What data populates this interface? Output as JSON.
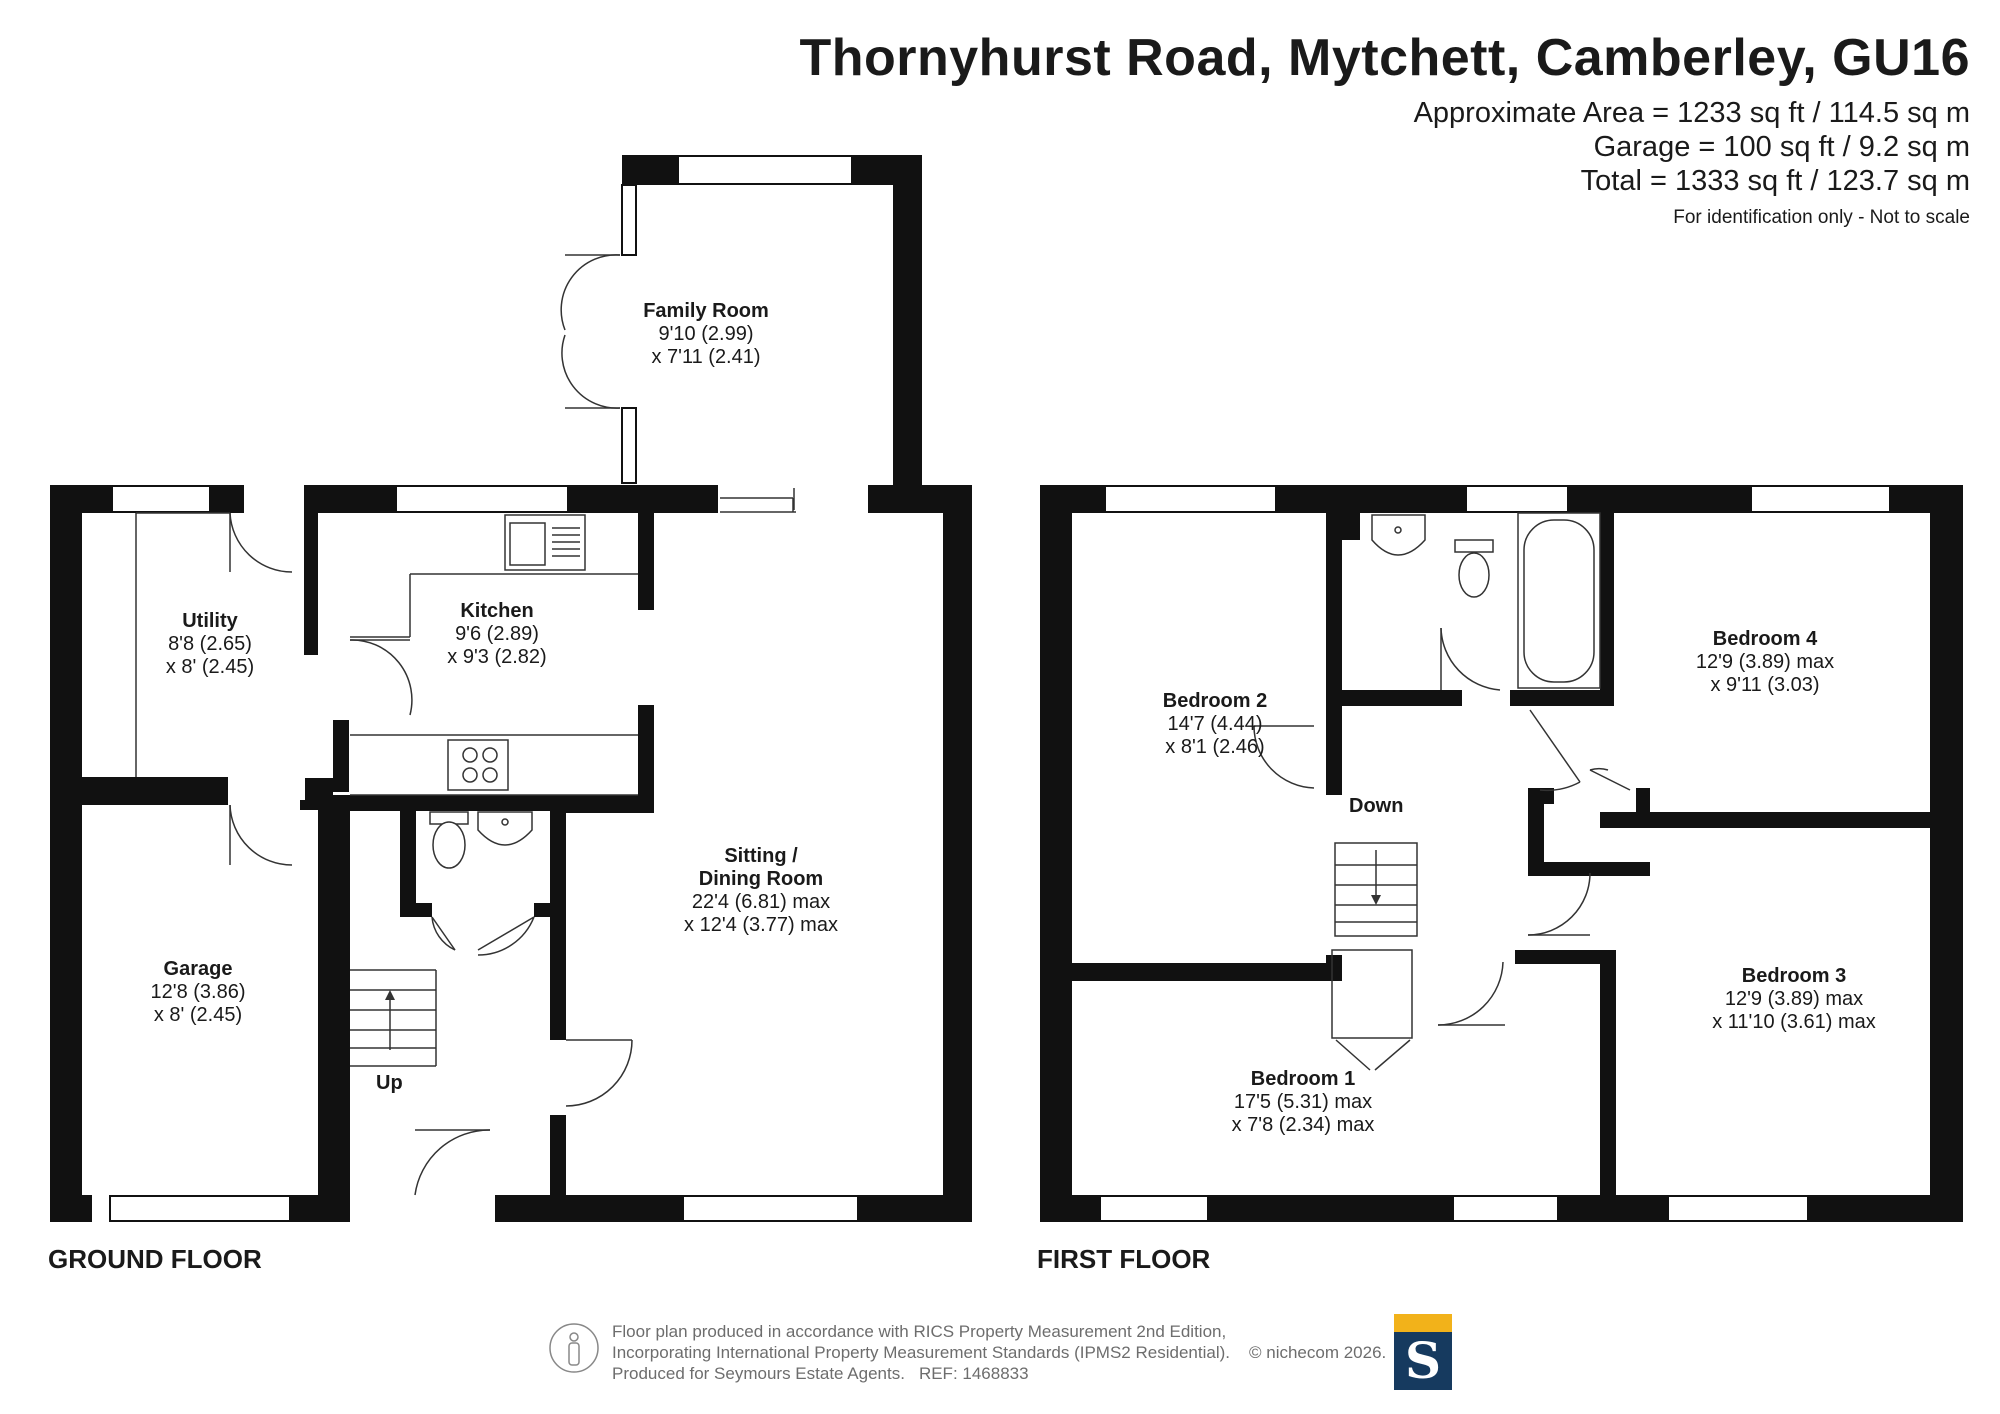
{
  "header": {
    "address": "Thornyhurst Road, Mytchett, Camberley, GU16",
    "approx_area": "Approximate Area = 1233 sq ft / 114.5 sq m",
    "garage_area": "Garage = 100 sq ft / 9.2 sq m",
    "total_area": "Total = 1333 sq ft / 123.7 sq m",
    "disclaimer": "For identification only - Not to scale"
  },
  "floors": {
    "ground": "GROUND FLOOR",
    "first": "FIRST FLOOR"
  },
  "rooms": {
    "family": {
      "name": "Family Room",
      "dim1": "9'10 (2.99)",
      "dim2": "x 7'11 (2.41)"
    },
    "utility": {
      "name": "Utility",
      "dim1": "8'8 (2.65)",
      "dim2": "x 8' (2.45)"
    },
    "kitchen": {
      "name": "Kitchen",
      "dim1": "9'6 (2.89)",
      "dim2": "x 9'3 (2.82)"
    },
    "sitting": {
      "name1": "Sitting /",
      "name2": "Dining Room",
      "dim1": "22'4 (6.81) max",
      "dim2": "x 12'4 (3.77) max"
    },
    "garage": {
      "name": "Garage",
      "dim1": "12'8 (3.86)",
      "dim2": "x 8' (2.45)"
    },
    "bedroom2": {
      "name": "Bedroom 2",
      "dim1": "14'7 (4.44)",
      "dim2": "x 8'1 (2.46)"
    },
    "bedroom4": {
      "name": "Bedroom 4",
      "dim1": "12'9 (3.89) max",
      "dim2": "x 9'11 (3.03)"
    },
    "bedroom3": {
      "name": "Bedroom 3",
      "dim1": "12'9 (3.89) max",
      "dim2": "x 11'10 (3.61) max"
    },
    "bedroom1": {
      "name": "Bedroom 1",
      "dim1": "17'5 (5.31) max",
      "dim2": "x 7'8 (2.34) max"
    }
  },
  "stairs": {
    "up": "Up",
    "down": "Down"
  },
  "footer": {
    "line1": "Floor plan produced in accordance with RICS Property Measurement 2nd Edition,",
    "line2": "Incorporating International Property Measurement Standards (IPMS2 Residential).",
    "line3": "Produced for Seymours Estate Agents.",
    "ref": "REF: 1468833",
    "copyright": "© nichecom 2026.",
    "logo_letter": "S"
  },
  "colors": {
    "wall": "#111111",
    "fixture": "#555555",
    "logo_gold": "#f2b21a",
    "logo_navy": "#163a5f"
  }
}
